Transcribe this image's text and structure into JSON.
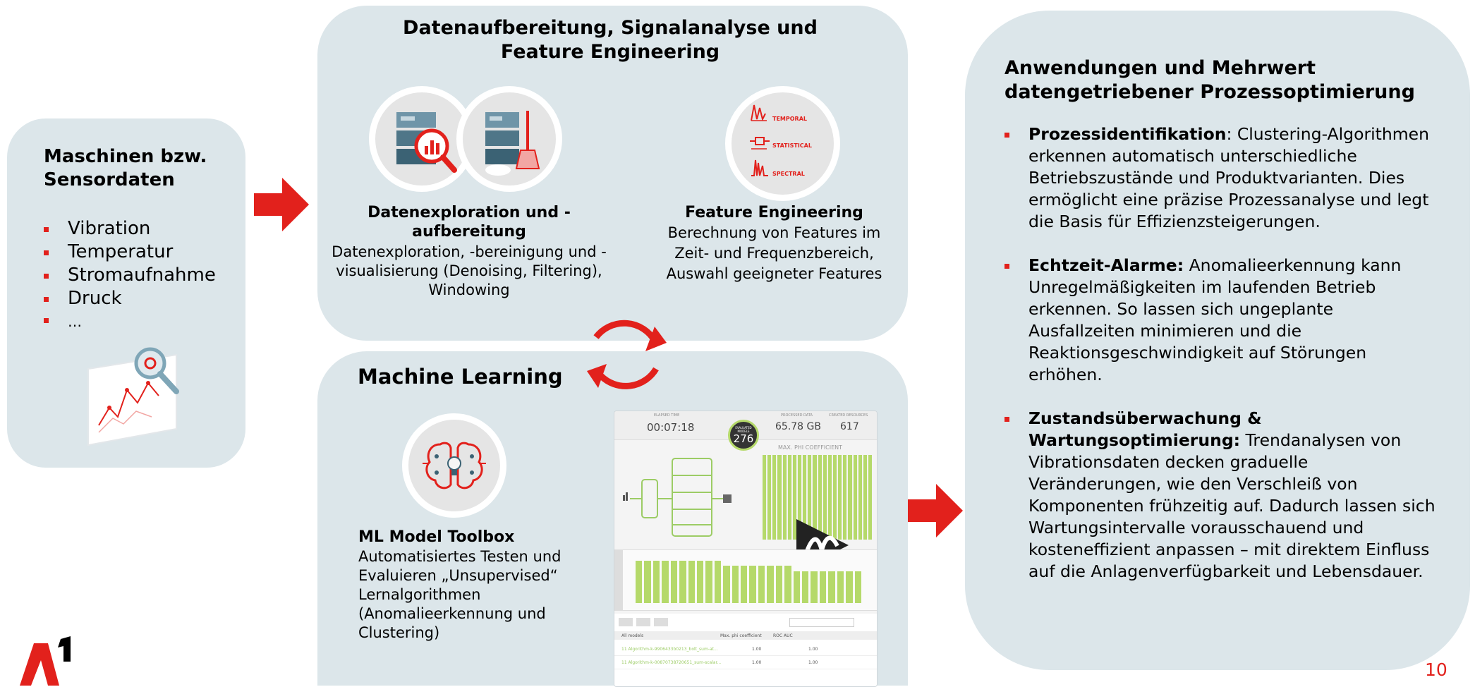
{
  "left_panel": {
    "title": "Maschinen bzw. Sensordaten",
    "items": [
      "Vibration",
      "Temperatur",
      "Stromaufnahme",
      "Druck",
      "…"
    ]
  },
  "top_panel": {
    "title": "Datenaufbereitung, Signalanalyse und Feature Engineering",
    "exploration": {
      "heading": "Datenexploration und -aufbereitung",
      "text": "Datenexploration, -bereinigung und -visualisierung (Denoising, Filtering), Windowing"
    },
    "feature": {
      "heading": "Feature Engineering",
      "text": "Berechnung von Features im Zeit- und Frequenzbereich, Auswahl geeigneter Features",
      "icon_labels": [
        "TEMPORAL",
        "STATISTICAL",
        "SPECTRAL"
      ]
    }
  },
  "ml_panel": {
    "title": "Machine Learning",
    "toolbox": {
      "heading": "ML Model Toolbox",
      "text": "Automatisiertes Testen und Evaluieren „Unsupervised“ Lernalgorithmen (Anomalieerkennung und Clustering)"
    },
    "dashboard": {
      "elapsed_label": "ELAPSED TIME",
      "elapsed": "00:07:18",
      "models_label": "EVALUATED MODELS",
      "models": "276",
      "data_label": "PROCESSED DATA",
      "data": "65.78 GB",
      "resources_label": "CREATED RESOURCES",
      "resources": "617",
      "chart_label": "MAX. PHI COEFFICIENT",
      "table_headers": [
        "All models",
        "Max. phi coefficient",
        "ROC AUC"
      ],
      "rows": [
        {
          "name": "11 Algorithm-k-9906433b0213_bolt_sum-at...",
          "phi": "1.00",
          "auc": "1.00"
        },
        {
          "name": "11 Algorithm-k-00870738720651_sum-scalar...",
          "phi": "1.00",
          "auc": "1.00"
        }
      ]
    }
  },
  "right_panel": {
    "title": "Anwendungen und Mehrwert datengetriebener Prozessoptimierung",
    "items": [
      {
        "bold": "Prozessidentifikation",
        "text": ": Clustering-Algorithmen erkennen automatisch unterschiedliche Betriebszustände und Produktvarianten. Dies ermöglicht eine präzise Prozessanalyse und legt die Basis für Effizienzsteigerungen."
      },
      {
        "bold": "Echtzeit-Alarme:",
        "text": " Anomalieerkennung kann Unregelmäßigkeiten im laufenden Betrieb erkennen. So lassen sich ungeplante Ausfallzeiten minimieren und die Reaktionsgeschwindigkeit auf Störungen erhöhen."
      },
      {
        "bold": "Zustandsüberwachung & Wartungsoptimierung:",
        "text": " Trendanalysen von Vibrationsdaten decken graduelle Veränderungen, wie den Verschleiß von Komponenten frühzeitig auf. Dadurch lassen sich Wartungsintervalle vorausschauend und kosteneffizient anpassen – mit direktem Einfluss auf die Anlagenverfügbarkeit und Lebensdauer."
      }
    ]
  },
  "page_number": "10",
  "colors": {
    "panel": "#dce6ea",
    "accent": "#e2211c",
    "bars": "#b5d96a"
  }
}
